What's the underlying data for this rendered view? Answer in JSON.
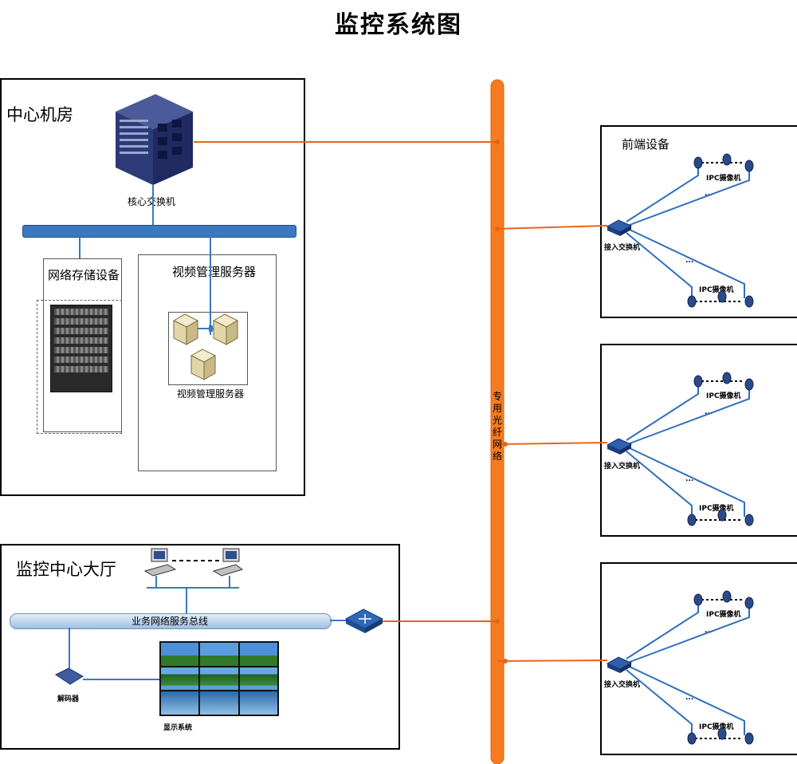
{
  "title": "监控系统图",
  "center_room": {
    "label": "中心机房",
    "core_switch": "核心交换机",
    "storage_group": "网络存储设备",
    "server_group": "视频管理服务器",
    "server_caption": "视频管理服务器"
  },
  "backbone": {
    "label_chars": [
      "专",
      "用",
      "光",
      "纤",
      "网",
      "络"
    ]
  },
  "hall": {
    "label": "监控中心大厅",
    "bus": "业务网络服务总线",
    "decoder": "解码器",
    "display": "显示系统"
  },
  "frontend": {
    "label": "前端设备",
    "groups": [
      {
        "switch": "接入交换机",
        "cam_top": "IPC摄像机",
        "cam_bottom": "IPC摄像机",
        "dots_top": "...",
        "dots_bottom": "..."
      },
      {
        "switch": "接入交换机",
        "cam_top": "IPC摄像机",
        "cam_bottom": "IPC摄像机",
        "dots_top": "...",
        "dots_bottom": "..."
      },
      {
        "switch": "接入交换机",
        "cam_top": "IPC摄像机",
        "cam_bottom": "IPC摄像机",
        "dots_top": "...",
        "dots_bottom": "..."
      }
    ]
  },
  "colors": {
    "fiber": "#f47b20",
    "link_orange": "#e8641a",
    "link_blue": "#2f6fbf",
    "bus_blue": "#3a78c2",
    "hall_bus": "#b9d3ea"
  }
}
